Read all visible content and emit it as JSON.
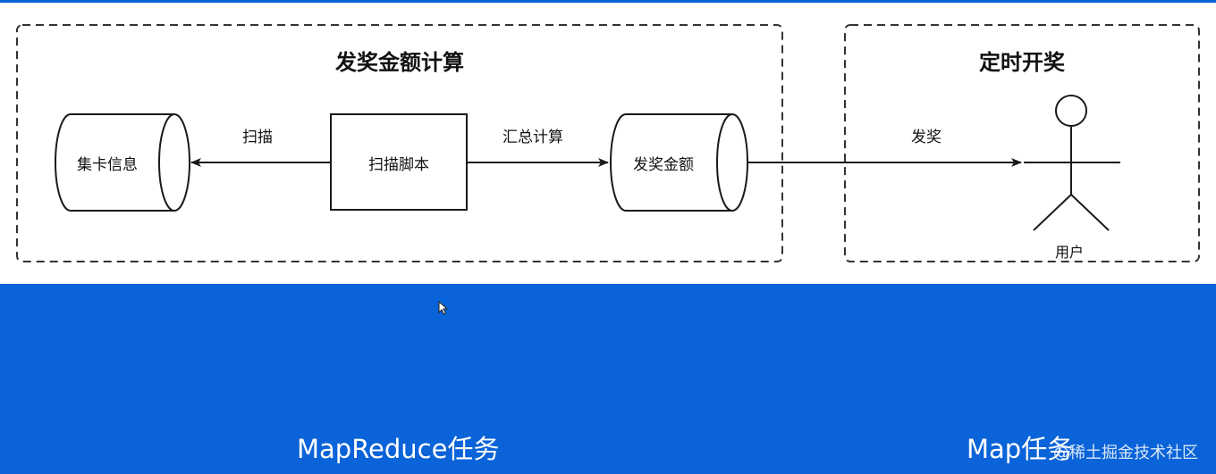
{
  "groups": {
    "left": {
      "title": "发奖金额计算"
    },
    "right": {
      "title": "定时开奖"
    }
  },
  "nodes": {
    "card_info": "集卡信息",
    "scan_script": "扫描脚本",
    "award_amount": "发奖金额",
    "user": "用户"
  },
  "edges": {
    "scan": "扫描",
    "sum_calc": "汇总计算",
    "award": "发奖"
  },
  "footer": {
    "left_task": "MapReduce任务",
    "right_task": "Map任务",
    "watermark": "@稀土掘金技术社区"
  },
  "colors": {
    "panel_blue": "#0a63d8",
    "line": "#1a1a1a",
    "text": "#111111"
  }
}
